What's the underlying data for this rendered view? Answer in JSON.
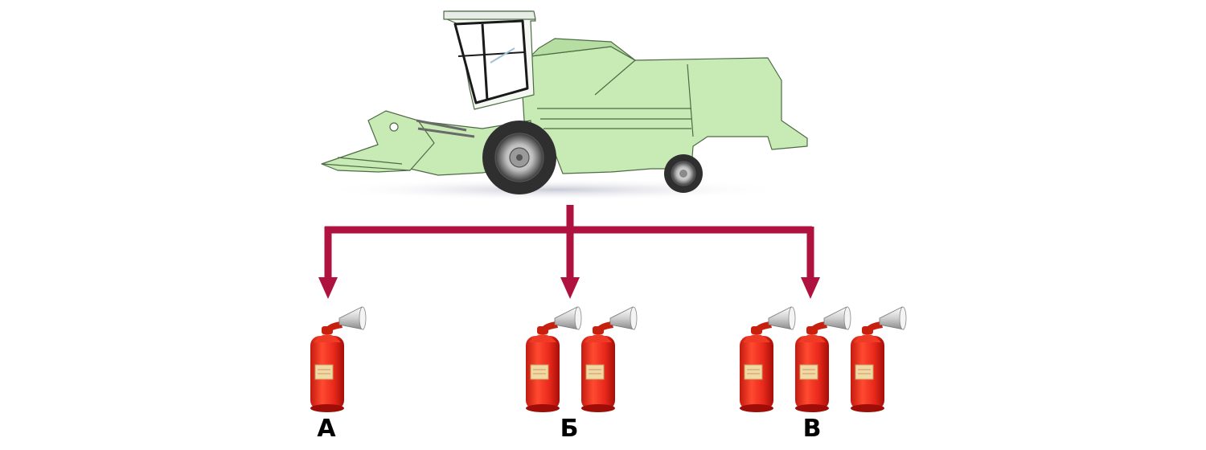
{
  "options": [
    {
      "label": "А",
      "extinguisher_count": 1
    },
    {
      "label": "Б",
      "extinguisher_count": 2
    },
    {
      "label": "В",
      "extinguisher_count": 3
    }
  ],
  "colors": {
    "harvester_body": "#c8eab5",
    "harvester_outline": "#4d6b45",
    "arrows": "#b0123f",
    "extinguisher_red": "#e8281c",
    "extinguisher_dark": "#a50e08",
    "horn": "#d9d9d9"
  }
}
